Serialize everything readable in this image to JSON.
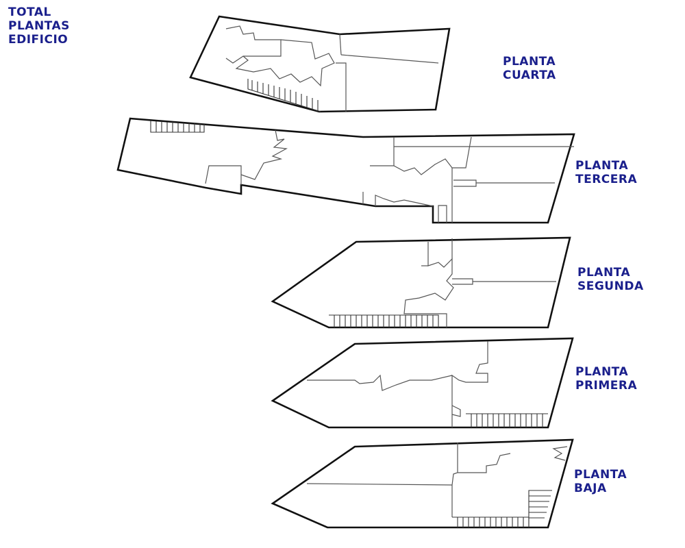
{
  "title": {
    "line1": "TOTAL",
    "line2": "PLANTAS",
    "line3": "EDIFICIO"
  },
  "floors": [
    {
      "id": "cuarta",
      "line1": "PLANTA",
      "line2": "CUARTA"
    },
    {
      "id": "tercera",
      "line1": "PLANTA",
      "line2": "TERCERA"
    },
    {
      "id": "segunda",
      "line1": "PLANTA",
      "line2": "SEGUNDA"
    },
    {
      "id": "primera",
      "line1": "PLANTA",
      "line2": "PRIMERA"
    },
    {
      "id": "baja",
      "line1": "PLANTA",
      "line2": "BAJA"
    }
  ],
  "colors": {
    "label": "#1a1f8c",
    "outline": "#111111",
    "wall": "#555555"
  }
}
